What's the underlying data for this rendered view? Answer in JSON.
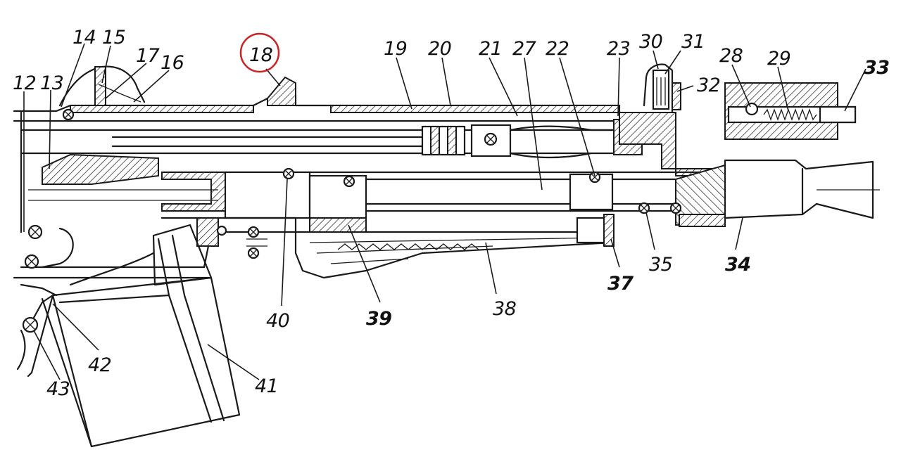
{
  "diagram": {
    "callouts": [
      {
        "id": "12",
        "text": "12"
      },
      {
        "id": "13",
        "text": "13"
      },
      {
        "id": "14",
        "text": "14"
      },
      {
        "id": "15",
        "text": "15"
      },
      {
        "id": "17",
        "text": "17"
      },
      {
        "id": "16",
        "text": "16"
      },
      {
        "id": "18",
        "text": "18",
        "highlighted": true
      },
      {
        "id": "19",
        "text": "19"
      },
      {
        "id": "20",
        "text": "20"
      },
      {
        "id": "21",
        "text": "21"
      },
      {
        "id": "27",
        "text": "27"
      },
      {
        "id": "22",
        "text": "22"
      },
      {
        "id": "23",
        "text": "23"
      },
      {
        "id": "30",
        "text": "30"
      },
      {
        "id": "31",
        "text": "31"
      },
      {
        "id": "32",
        "text": "32"
      },
      {
        "id": "28",
        "text": "28"
      },
      {
        "id": "29",
        "text": "29"
      },
      {
        "id": "33",
        "text": "33"
      },
      {
        "id": "40",
        "text": "40"
      },
      {
        "id": "39",
        "text": "39"
      },
      {
        "id": "38",
        "text": "38"
      },
      {
        "id": "37",
        "text": "37"
      },
      {
        "id": "35",
        "text": "35"
      },
      {
        "id": "34",
        "text": "34"
      },
      {
        "id": "41",
        "text": "41"
      },
      {
        "id": "42",
        "text": "42"
      },
      {
        "id": "43",
        "text": "43"
      }
    ],
    "highlight_color": "#cc2222",
    "ink_color": "#1a1a1a"
  }
}
